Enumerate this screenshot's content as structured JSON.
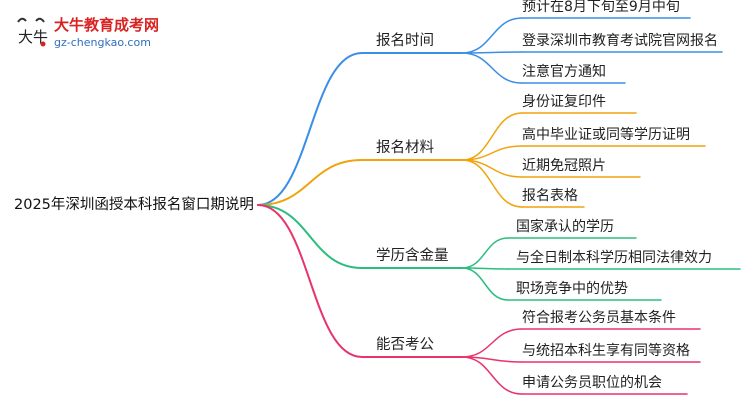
{
  "logo": {
    "title": "大牛教育成考网",
    "url": "gz-chengkao.com",
    "mark_text": "大牛"
  },
  "mindmap": {
    "root": "2025年深圳函授本科报名窗口期说明",
    "branches": [
      {
        "label": "报名时间",
        "color": "#3a8ee6",
        "children": [
          "预计在8月下旬至9月中旬",
          "登录深圳市教育考试院官网报名",
          "注意官方通知"
        ]
      },
      {
        "label": "报名材料",
        "color": "#f0a30a",
        "children": [
          "身份证复印件",
          "高中毕业证或同等学历证明",
          "近期免冠照片",
          "报名表格"
        ]
      },
      {
        "label": "学历含金量",
        "color": "#2bbd7e",
        "children": [
          "国家承认的学历",
          "与全日制本科学历相同法律效力",
          "职场竞争中的优势"
        ]
      },
      {
        "label": "能否考公",
        "color": "#e8336b",
        "children": [
          "符合报考公务员基本条件",
          "与统招本科生享有同等资格",
          "申请公务员职位的机会"
        ]
      }
    ]
  }
}
